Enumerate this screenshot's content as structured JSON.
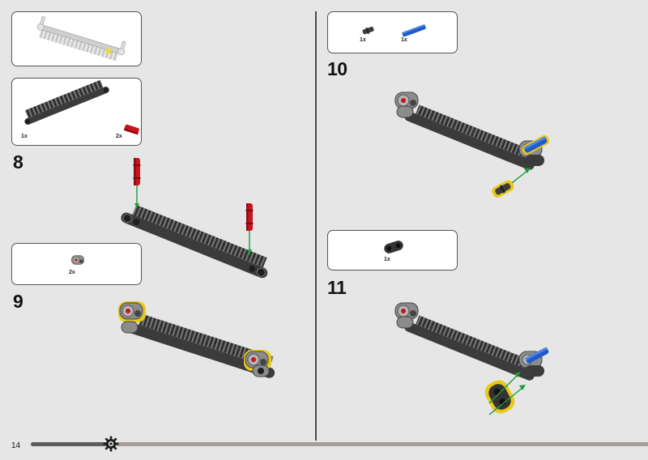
{
  "page": {
    "number": "14",
    "progress_fraction": 0.13
  },
  "steps": [
    {
      "id": "8",
      "label": "8",
      "parts": [
        {
          "name": "gear-rack",
          "qty": "1x"
        },
        {
          "name": "red-axle-pin",
          "qty": "2x"
        }
      ]
    },
    {
      "id": "9",
      "label": "9",
      "parts": [
        {
          "name": "axle-pin-connector",
          "qty": "2x"
        }
      ]
    },
    {
      "id": "10",
      "label": "10",
      "parts": [
        {
          "name": "black-bush-pin",
          "qty": "1x"
        },
        {
          "name": "blue-axle-pin",
          "qty": "1x"
        }
      ]
    },
    {
      "id": "11",
      "label": "11",
      "parts": [
        {
          "name": "double-beam-connector",
          "qty": "1x"
        }
      ]
    }
  ],
  "colors": {
    "rack": "#3b3b3b",
    "red": "#c8141e",
    "blue": "#1e5ac8",
    "highlight": "#e8c91a",
    "arrow": "#1f9a3c",
    "light-gray": "#a8a8a8"
  }
}
